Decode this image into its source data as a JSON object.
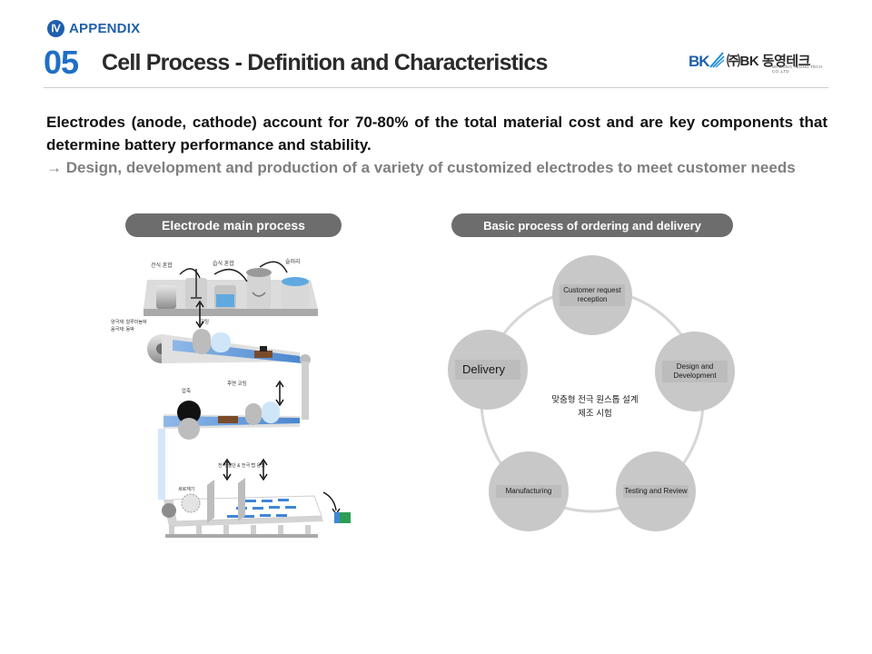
{
  "header": {
    "appendix_badge": "Ⅳ",
    "appendix_label": "APPENDIX",
    "section_number": "05",
    "title": "Cell Process - Definition and Characteristics",
    "logo_bk": "BK",
    "logo_company": "㈜BK 동영테크",
    "logo_sub": "BK DONG YEONG TECH CO.,LTD"
  },
  "intro": {
    "lead": "Electrodes (anode, cathode) account for 70-80% of the total material cost and are key components that determine battery performance and stability.",
    "follow": "→ Design, development and production of a variety of customized electrodes to meet customer needs"
  },
  "left_panel": {
    "pill": "Electrode main process",
    "labels": {
      "dry_mix": "건식 혼합",
      "wet_mix": "습식 혼합",
      "slurry": "슬러리",
      "foil_line1": "양극재: 알루미늄박",
      "foil_line2": "음극재: 동박",
      "coating": "코팅",
      "press": "압축",
      "back_coating": "후면 코팅",
      "cut_weld": "전극 절단 & 전극 탭 용접",
      "cleaner": "세로재기"
    }
  },
  "right_panel": {
    "pill": "Basic process of ordering and delivery",
    "center_line1": "맞춤형 전극 원스톱 설계",
    "center_line2": "제조 시험",
    "nodes": {
      "customer": "Customer request reception",
      "design": "Design and Development",
      "testing": "Testing and Review",
      "manufacturing": "Manufacturing",
      "delivery": "Delivery"
    }
  },
  "colors": {
    "accent_blue": "#1f6fc6",
    "pill_gray": "#6d6d6d",
    "node_gray": "#c8c8c8"
  }
}
